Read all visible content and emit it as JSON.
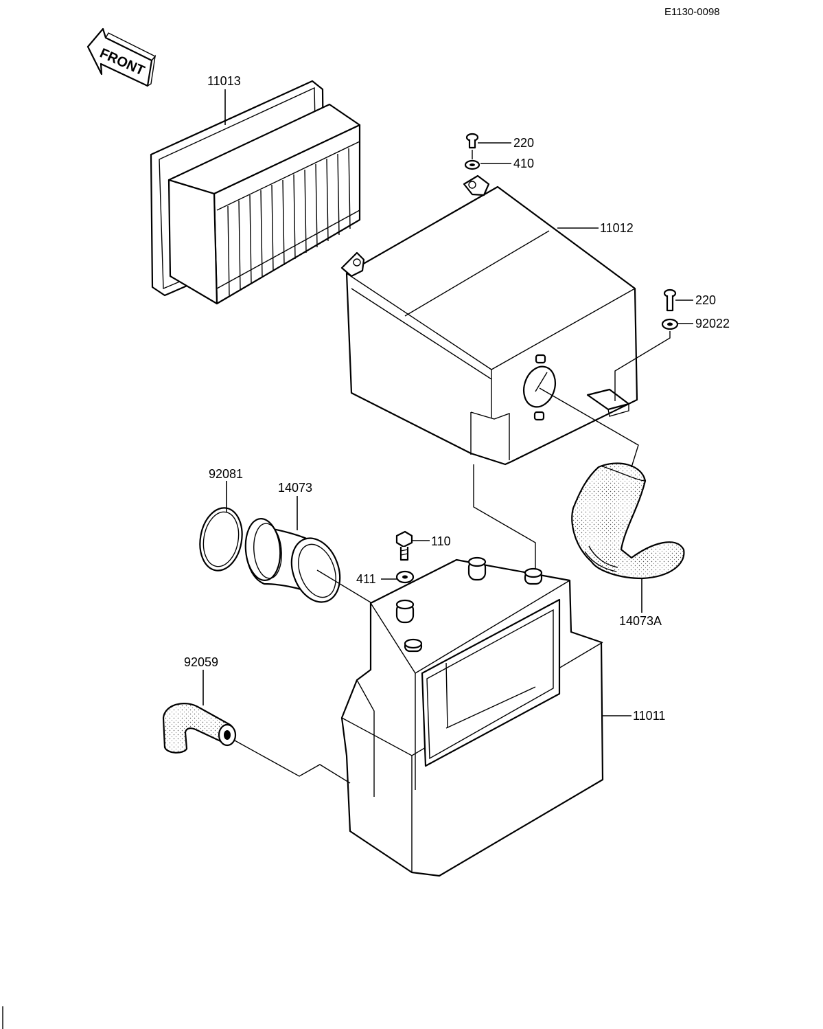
{
  "diagram_code": "E1130-0098",
  "front_label": "FRONT",
  "parts": [
    {
      "id": "air-filter-element",
      "number": "11013"
    },
    {
      "id": "air-cleaner-cover",
      "number": "11012"
    },
    {
      "id": "air-cleaner-case",
      "number": "11011"
    },
    {
      "id": "duct-14073",
      "number": "14073"
    },
    {
      "id": "duct-14073a",
      "number": "14073A"
    },
    {
      "id": "band-92081",
      "number": "92081"
    },
    {
      "id": "hose-92059",
      "number": "92059"
    },
    {
      "id": "screw-220-top",
      "number": "220"
    },
    {
      "id": "washer-410",
      "number": "410"
    },
    {
      "id": "screw-220-right",
      "number": "220"
    },
    {
      "id": "washer-92022",
      "number": "92022"
    },
    {
      "id": "bolt-110",
      "number": "110"
    },
    {
      "id": "washer-411",
      "number": "411"
    }
  ]
}
